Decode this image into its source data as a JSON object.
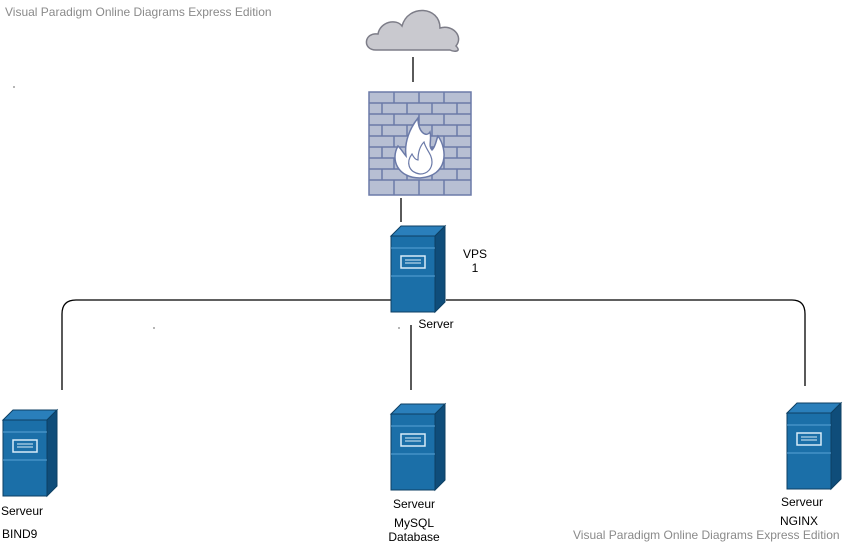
{
  "watermark": {
    "top": "Visual Paradigm Online Diagrams Express Edition",
    "bottom": "Visual Paradigm Online Diagrams Express Edition"
  },
  "nodes": {
    "cloud": {
      "icon": "cloud-icon"
    },
    "firewall": {
      "icon": "firewall-icon"
    },
    "main_server": {
      "icon": "server-icon",
      "label": "Server",
      "vps_line1": "VPS",
      "vps_line2": "1"
    },
    "bind9": {
      "icon": "server-icon",
      "label_line1": "Serveur",
      "label_line2": "BIND9"
    },
    "mysql": {
      "icon": "server-icon",
      "label_line1": "Serveur",
      "label_line2": "MySQL",
      "label_line3": "Database"
    },
    "nginx": {
      "icon": "server-icon",
      "label_line1": "Serveur",
      "label_line2": "NGINX"
    }
  },
  "colors": {
    "server_front": "#1b6fa8",
    "server_side": "#0f4d7a",
    "firewall_fill": "#b7bfd3",
    "firewall_mortar": "#6b7aa8",
    "cloud_fill": "#c9c9cf",
    "line": "#000000"
  }
}
